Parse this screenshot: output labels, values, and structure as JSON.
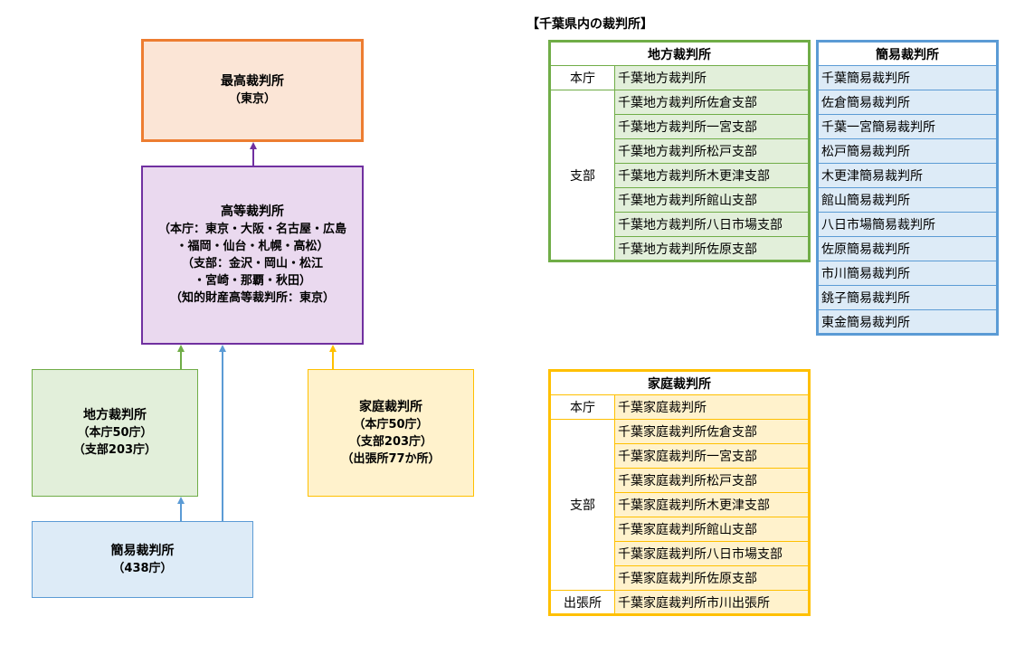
{
  "colors": {
    "supreme_fill": "#fbe5d6",
    "supreme_border": "#ed7d31",
    "high_fill": "#ead9ef",
    "high_border": "#7030a0",
    "district_fill": "#e2efda",
    "district_border": "#70ad47",
    "family_fill": "#fff2cc",
    "family_border": "#ffc000",
    "summary_fill": "#ddebf7",
    "summary_border": "#5b9bd5"
  },
  "org_chart": {
    "supreme": {
      "title": "最高裁判所",
      "lines": [
        "（東京）"
      ]
    },
    "high": {
      "title": "高等裁判所",
      "lines": [
        "（本庁：東京・大阪・名古屋・広島",
        "・福岡・仙台・札幌・高松）",
        "（支部：金沢・岡山・松江",
        "・宮崎・那覇・秋田）",
        "（知的財産高等裁判所：東京）"
      ]
    },
    "district": {
      "title": "地方裁判所",
      "lines": [
        "（本庁50庁）",
        "（支部203庁）"
      ]
    },
    "family": {
      "title": "家庭裁判所",
      "lines": [
        "（本庁50庁）",
        "（支部203庁）",
        "（出張所77か所）"
      ]
    },
    "summary": {
      "title": "簡易裁判所",
      "lines": [
        "（438庁）"
      ]
    },
    "edges": [
      {
        "from": "high",
        "to": "supreme"
      },
      {
        "from": "district",
        "to": "high"
      },
      {
        "from": "summary",
        "to": "high"
      },
      {
        "from": "family",
        "to": "high"
      },
      {
        "from": "summary",
        "to": "district"
      }
    ]
  },
  "chiba": {
    "section_title": "【千葉県内の裁判所】",
    "district_table": {
      "header": "地方裁判所",
      "main_label": "本庁",
      "main": "千葉地方裁判所",
      "branch_label": "支部",
      "branches": [
        "千葉地方裁判所佐倉支部",
        "千葉地方裁判所一宮支部",
        "千葉地方裁判所松戸支部",
        "千葉地方裁判所木更津支部",
        "千葉地方裁判所館山支部",
        "千葉地方裁判所八日市場支部",
        "千葉地方裁判所佐原支部"
      ]
    },
    "summary_table": {
      "header": "簡易裁判所",
      "courts": [
        "千葉簡易裁判所",
        "佐倉簡易裁判所",
        "千葉一宮簡易裁判所",
        "松戸簡易裁判所",
        "木更津簡易裁判所",
        "館山簡易裁判所",
        "八日市場簡易裁判所",
        "佐原簡易裁判所",
        "市川簡易裁判所",
        "銚子簡易裁判所",
        "東金簡易裁判所"
      ]
    },
    "family_table": {
      "header": "家庭裁判所",
      "main_label": "本庁",
      "main": "千葉家庭裁判所",
      "branch_label": "支部",
      "branches": [
        "千葉家庭裁判所佐倉支部",
        "千葉家庭裁判所一宮支部",
        "千葉家庭裁判所松戸支部",
        "千葉家庭裁判所木更津支部",
        "千葉家庭裁判所館山支部",
        "千葉家庭裁判所八日市場支部",
        "千葉家庭裁判所佐原支部"
      ],
      "office_label": "出張所",
      "offices": [
        "千葉家庭裁判所市川出張所"
      ]
    }
  }
}
